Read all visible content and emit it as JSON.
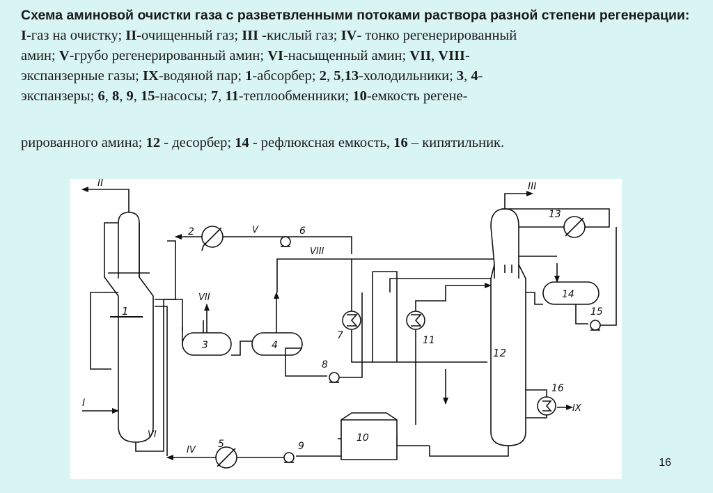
{
  "slide": {
    "title": "Схема аминовой очистки газа с разветвленными потоками раствора разной степени регенерации:",
    "legend_lines": [
      [
        {
          "t": "I",
          "b": true
        },
        {
          "t": "-газ на очистку; "
        },
        {
          "t": "II",
          "b": true
        },
        {
          "t": "-очищенный газ; "
        },
        {
          "t": "III",
          "b": true
        },
        {
          "t": " -кислый газ; "
        },
        {
          "t": "IV",
          "b": true
        },
        {
          "t": "- тонко регенерированный"
        }
      ],
      [
        {
          "t": "амин; "
        },
        {
          "t": "V",
          "b": true
        },
        {
          "t": "-грубо регенерированный амин; "
        },
        {
          "t": "VI",
          "b": true
        },
        {
          "t": "-насыщенный амин; "
        },
        {
          "t": "VII",
          "b": true
        },
        {
          "t": ", "
        },
        {
          "t": "VIII",
          "b": true
        },
        {
          "t": "-"
        }
      ],
      [
        {
          "t": "экспанзерные газы; "
        },
        {
          "t": "IX",
          "b": true
        },
        {
          "t": "-водяной пар; "
        },
        {
          "t": "1",
          "b": true
        },
        {
          "t": "-абсорбер; "
        },
        {
          "t": "2",
          "b": true
        },
        {
          "t": ", "
        },
        {
          "t": "5",
          "b": true
        },
        {
          "t": ","
        },
        {
          "t": "13",
          "b": true
        },
        {
          "t": "-холодильники; "
        },
        {
          "t": "3",
          "b": true
        },
        {
          "t": ", "
        },
        {
          "t": "4",
          "b": true
        },
        {
          "t": "-"
        }
      ],
      [
        {
          "t": "экспанзеры; "
        },
        {
          "t": "6",
          "b": true
        },
        {
          "t": ", "
        },
        {
          "t": "8",
          "b": true
        },
        {
          "t": ", "
        },
        {
          "t": "9",
          "b": true
        },
        {
          "t": ", "
        },
        {
          "t": "15",
          "b": true
        },
        {
          "t": "-насосы; "
        },
        {
          "t": "7",
          "b": true
        },
        {
          "t": ", "
        },
        {
          "t": "11",
          "b": true
        },
        {
          "t": "-теплообменники; "
        },
        {
          "t": "10",
          "b": true
        },
        {
          "t": "-емкость регене-"
        }
      ],
      [
        {
          "t": "рированного амина; "
        },
        {
          "t": "12",
          "b": true
        },
        {
          "t": " - десорбер; "
        },
        {
          "t": "14",
          "b": true
        },
        {
          "t": " - рефлюксная емкость, "
        },
        {
          "t": "16",
          "b": true
        },
        {
          "t": " – кипятильник."
        }
      ]
    ],
    "page_number": "16"
  },
  "diagram": {
    "stream_labels": {
      "s1": "I",
      "s2": "II",
      "s3": "III",
      "s4": "IV",
      "s5": "V",
      "s6": "VI",
      "s7": "VII",
      "s8": "VIII",
      "s9": "IX"
    },
    "equipment_labels": {
      "e1": "1",
      "e2": "2",
      "e3": "3",
      "e4": "4",
      "e5": "5",
      "e6": "6",
      "e7": "7",
      "e8": "8",
      "e9": "9",
      "e10": "10",
      "e11": "11",
      "e12": "12",
      "e13": "13",
      "e14": "14",
      "e15": "15",
      "e16": "16"
    }
  }
}
